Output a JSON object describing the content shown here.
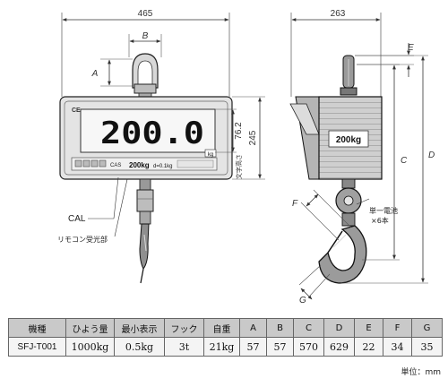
{
  "front_view": {
    "dims": {
      "width": "465",
      "b": "B",
      "a": "A",
      "char_height": "76.2",
      "height": "245",
      "char_label": "文字高さ"
    },
    "display": {
      "value": "200.0",
      "unit": "kg",
      "corner_mark": "CE"
    },
    "panel": {
      "capacity": "200kg",
      "division": "d=0.1kg",
      "brand": "CAS"
    },
    "callouts": {
      "cal": "CAL",
      "remote": "リモコン受光部"
    }
  },
  "side_view": {
    "dims": {
      "depth": "263",
      "e": "E",
      "c": "C",
      "d": "D",
      "f": "F",
      "g": "G"
    },
    "label": "200kg",
    "battery_note": [
      "単一電池",
      "×6本"
    ]
  },
  "spec_table": {
    "headers": [
      "機種",
      "ひよう量",
      "最小表示",
      "フック",
      "自重",
      "A",
      "B",
      "C",
      "D",
      "E",
      "F",
      "G"
    ],
    "rows": [
      [
        "SFJ-T001",
        "1000kg",
        "0.5kg",
        "3t",
        "21kg",
        "57",
        "57",
        "570",
        "629",
        "22",
        "34",
        "35"
      ]
    ]
  },
  "unit_note": "単位：mm"
}
